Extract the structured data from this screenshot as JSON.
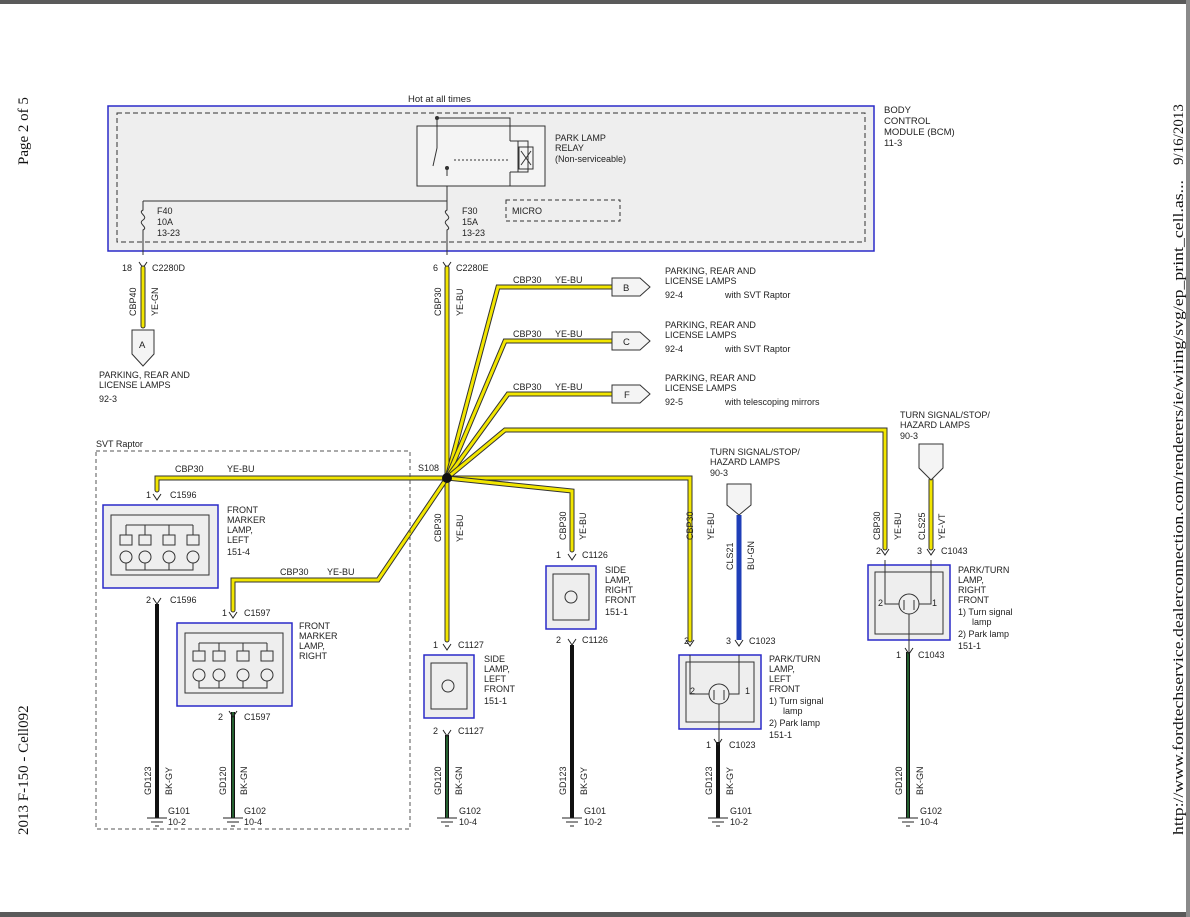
{
  "page": {
    "page_num": "Page 2 of 5",
    "doc_title": "2013 F-150 - Cell092",
    "date": "9/16/2013",
    "url": "http://www.fordtechservice.dealerconnection.com/renderers/ie/wiring/svg/ep_print_cell.as..."
  },
  "bcm": {
    "hot_label": "Hot at all times",
    "relay": [
      "PARK LAMP",
      "RELAY",
      "(Non-serviceable)"
    ],
    "micro": "MICRO",
    "title": [
      "BODY",
      "CONTROL",
      "MODULE (BCM)",
      "11-3"
    ],
    "fuse_f40": [
      "F40",
      "10A",
      "13-23"
    ],
    "fuse_f30": [
      "F30",
      "15A",
      "13-23"
    ]
  },
  "connectors": {
    "c2280d_pin": "18",
    "c2280d": "C2280D",
    "c2280e_pin": "6",
    "c2280e": "C2280E",
    "s108": "S108"
  },
  "wires": {
    "cbp40": "CBP40",
    "ye_gn": "YE-GN",
    "cbp30": "CBP30",
    "ye_bu": "YE-BU",
    "cls21": "CLS21",
    "bu_gn": "BU-GN",
    "cls25": "CLS25",
    "ye_vt": "YE-VT",
    "gd123": "GD123",
    "bk_gy": "BK-GY",
    "gd120": "GD120",
    "bk_gn": "BK-GN"
  },
  "offpage": {
    "a_letter": "A",
    "a_desc": [
      "PARKING, REAR AND",
      "LICENSE LAMPS",
      "92-3"
    ],
    "b_letter": "B",
    "b_desc": [
      "PARKING, REAR AND",
      "LICENSE LAMPS",
      "92-4",
      "with SVT Raptor"
    ],
    "c_letter": "C",
    "c_desc": [
      "PARKING, REAR AND",
      "LICENSE LAMPS",
      "92-4",
      "with SVT Raptor"
    ],
    "f_letter": "F",
    "f_desc": [
      "PARKING, REAR AND",
      "LICENSE LAMPS",
      "92-5",
      "with telescoping mirrors"
    ],
    "ts_right_top": [
      "TURN SIGNAL/STOP/",
      "HAZARD LAMPS",
      "90-3"
    ],
    "ts_left_top": [
      "TURN SIGNAL/STOP/",
      "HAZARD LAMPS",
      "90-3"
    ]
  },
  "svt": {
    "label": "SVT Raptor"
  },
  "components": {
    "fml_left": [
      "FRONT",
      "MARKER",
      "LAMP,",
      "LEFT",
      "151-4"
    ],
    "fml_right": [
      "FRONT",
      "MARKER",
      "LAMP,",
      "RIGHT"
    ],
    "sl_left": [
      "SIDE",
      "LAMP,",
      "LEFT",
      "FRONT",
      "151-1"
    ],
    "sl_right": [
      "SIDE",
      "LAMP,",
      "RIGHT",
      "FRONT",
      "151-1"
    ],
    "pt_left": [
      "PARK/TURN",
      "LAMP,",
      "LEFT",
      "FRONT",
      "1) Turn signal",
      "lamp",
      "2) Park lamp",
      "151-1"
    ],
    "pt_right": [
      "PARK/TURN",
      "LAMP,",
      "RIGHT",
      "FRONT",
      "1) Turn signal",
      "lamp",
      "2) Park lamp",
      "151-1"
    ]
  },
  "pins": {
    "c1596": "C1596",
    "c1597": "C1597",
    "c1127": "C1127",
    "c1126": "C1126",
    "c1023": "C1023",
    "c1043": "C1043",
    "p1": "1",
    "p2": "2",
    "p3": "3"
  },
  "grounds": {
    "g101": "G101",
    "g101_ref": "10-2",
    "g102": "G102",
    "g102_ref": "10-4"
  },
  "colors": {
    "wire_yellow": "#f2e600",
    "wire_blue": "#1f3fb8",
    "wire_black": "#111111",
    "module_border": "#2a2ac8",
    "module_fill": "#eeeeee"
  }
}
